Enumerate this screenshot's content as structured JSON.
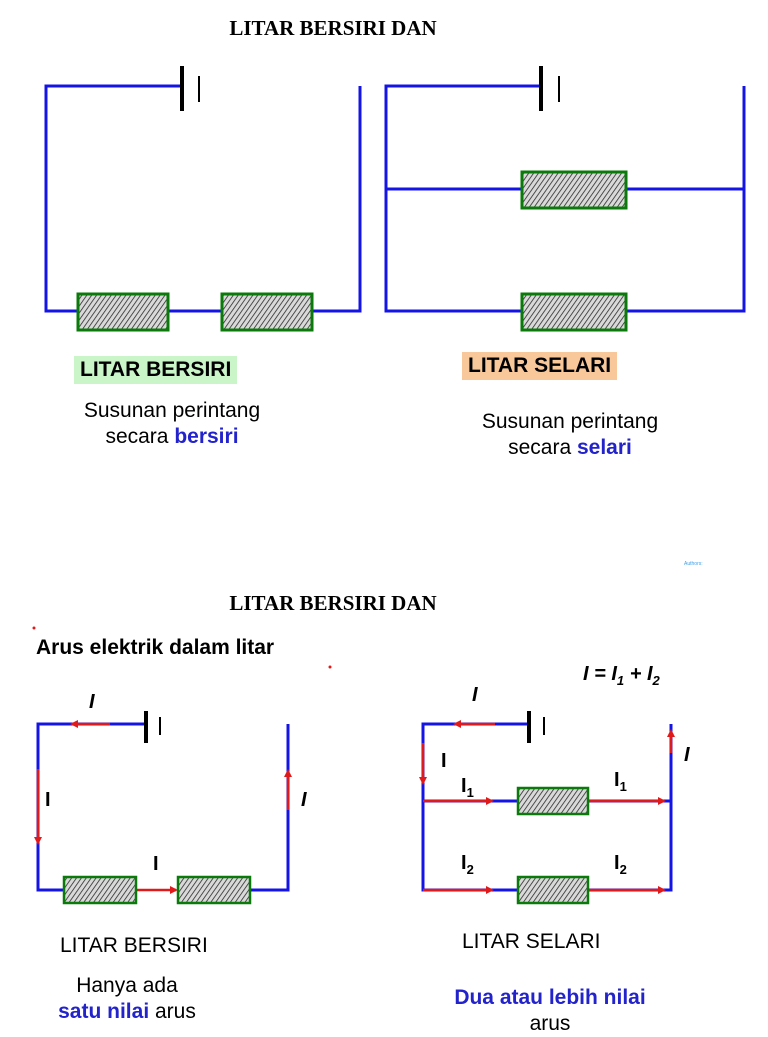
{
  "colors": {
    "wire": "#1414e6",
    "current": "#e01a1a",
    "resistor_border": "#0a7a0a",
    "highlight_series": "#c9f5c9",
    "highlight_parallel": "#f8c79a",
    "emphasis": "#2323cc"
  },
  "slide1": {
    "title": "LITAR BERSIRI DAN",
    "series": {
      "label": "LITAR BERSIRI",
      "caption_line1": "Susunan perintang",
      "caption_prefix": "secara",
      "caption_keyword": "bersiri"
    },
    "parallel": {
      "label": "LITAR SELARI",
      "caption_line1": "Susunan perintang",
      "caption_prefix": "secara",
      "caption_keyword": "selari"
    },
    "corner_text": "Authors:"
  },
  "slide2": {
    "title": "LITAR BERSIRI DAN",
    "heading": "Arus elektrik dalam litar",
    "formula": {
      "I": "I",
      "eq": " = ",
      "I1_base": "I",
      "I1_sub": "1",
      "plus": " + ",
      "I2_base": "I",
      "I2_sub": "2"
    },
    "series": {
      "current_top": "I",
      "current_left": "I",
      "current_middle": "I",
      "current_right": "I",
      "label": "LITAR BERSIRI",
      "desc_line1": "Hanya ada",
      "desc_keyword": "satu nilai",
      "desc_suffix": "arus"
    },
    "parallel": {
      "current_top": "I",
      "current_left": "I",
      "current_right": "I",
      "branch1_in_base": "I",
      "branch1_in_sub": "1",
      "branch1_out_base": "I",
      "branch1_out_sub": "1",
      "branch2_in_base": "I",
      "branch2_in_sub": "2",
      "branch2_out_base": "I",
      "branch2_out_sub": "2",
      "label": "LITAR SELARI",
      "desc_keyword": "Dua atau lebih nilai",
      "desc_line2": "arus"
    }
  }
}
